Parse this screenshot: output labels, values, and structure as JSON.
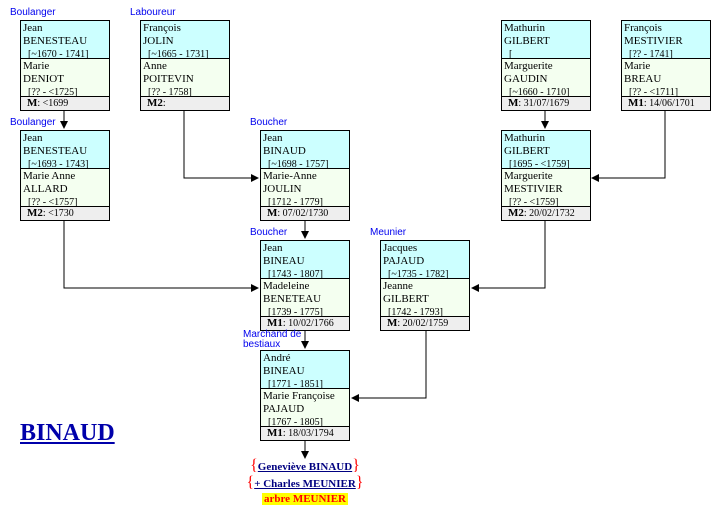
{
  "family_name": "BINAUD",
  "couples": [
    {
      "id": "c1",
      "occupation": "Boulanger",
      "husband": {
        "first": "Jean",
        "last": "BENESTEAU",
        "dates": "[~1670 - 1741]"
      },
      "wife": {
        "first": "Marie",
        "last": "DENIOT",
        "dates": "[?? - <1725]"
      },
      "marriage_label": "M",
      "marriage_value": ":   <1699"
    },
    {
      "id": "c2",
      "occupation": "Laboureur",
      "husband": {
        "first": "François",
        "last": "JOLIN",
        "dates": "[~1665 - 1731]"
      },
      "wife": {
        "first": "Anne",
        "last": "POITEVIN",
        "dates": "[?? - 1758]"
      },
      "marriage_label": "M2",
      "marriage_value": ":"
    },
    {
      "id": "c3",
      "occupation": "",
      "husband": {
        "first": "Mathurin",
        "last": "GILBERT",
        "dates": "["
      },
      "wife": {
        "first": "Marguerite",
        "last": "GAUDIN",
        "dates": "[~1660 - 1710]"
      },
      "marriage_label": "M",
      "marriage_value": ": 31/07/1679"
    },
    {
      "id": "c4",
      "occupation": "",
      "husband": {
        "first": "François",
        "last": "MESTIVIER",
        "dates": "[?? - 1741]"
      },
      "wife": {
        "first": "Marie",
        "last": "BREAU",
        "dates": "[?? - <1711]"
      },
      "marriage_label": "M1",
      "marriage_value": ": 14/06/1701"
    },
    {
      "id": "c5",
      "occupation": "Boulanger",
      "husband": {
        "first": "Jean",
        "last": "BENESTEAU",
        "dates": "[~1693 - 1743]"
      },
      "wife": {
        "first": "Marie Anne",
        "last": "ALLARD",
        "dates": "[?? - <1757]"
      },
      "marriage_label": "M2",
      "marriage_value": ": <1730"
    },
    {
      "id": "c6",
      "occupation": "Boucher",
      "husband": {
        "first": "Jean",
        "last": "BINAUD",
        "dates": "[~1698 - 1757]"
      },
      "wife": {
        "first": "Marie-Anne",
        "last": "JOULIN",
        "dates": "[1712 - 1779]"
      },
      "marriage_label": "M",
      "marriage_value": ": 07/02/1730"
    },
    {
      "id": "c7",
      "occupation": "",
      "husband": {
        "first": "Mathurin",
        "last": "GILBERT",
        "dates": "[1695 - <1759]"
      },
      "wife": {
        "first": "Marguerite",
        "last": "MESTIVIER",
        "dates": "[?? - <1759]"
      },
      "marriage_label": "M2",
      "marriage_value": ": 20/02/1732"
    },
    {
      "id": "c8",
      "occupation": "Boucher",
      "husband": {
        "first": "Jean",
        "last": "BINEAU",
        "dates": "[1743 - 1807]"
      },
      "wife": {
        "first": "Madeleine",
        "last": "BENETEAU",
        "dates": "[1739 - 1775]"
      },
      "marriage_label": "M1",
      "marriage_value": ": 10/02/1766"
    },
    {
      "id": "c9",
      "occupation": "Meunier",
      "husband": {
        "first": "Jacques",
        "last": "PAJAUD",
        "dates": "[~1735 - 1782]"
      },
      "wife": {
        "first": "Jeanne",
        "last": "GILBERT",
        "dates": "[1742 - 1793]"
      },
      "marriage_label": "M",
      "marriage_value": ": 20/02/1759"
    },
    {
      "id": "c10",
      "occupation": "Marchand de bestiaux",
      "husband": {
        "first": "André",
        "last": "BINEAU",
        "dates": "[1771 - 1851]"
      },
      "wife": {
        "first": "Marie Françoise",
        "last": "PAJAUD",
        "dates": "[1767 - 1805]"
      },
      "marriage_label": "M1",
      "marriage_value": ": 18/03/1794"
    }
  ],
  "descendant": {
    "line1": "Geneviève BINAUD",
    "line2": "+ Charles MEUNIER",
    "tree_link": "arbre MEUNIER"
  },
  "colors": {
    "husband_bg": "#ccffff",
    "wife_bg": "#f4fff0",
    "marriage_bg": "#eeeeee",
    "occupation_text": "#0000ee",
    "title_text": "#0000aa"
  }
}
